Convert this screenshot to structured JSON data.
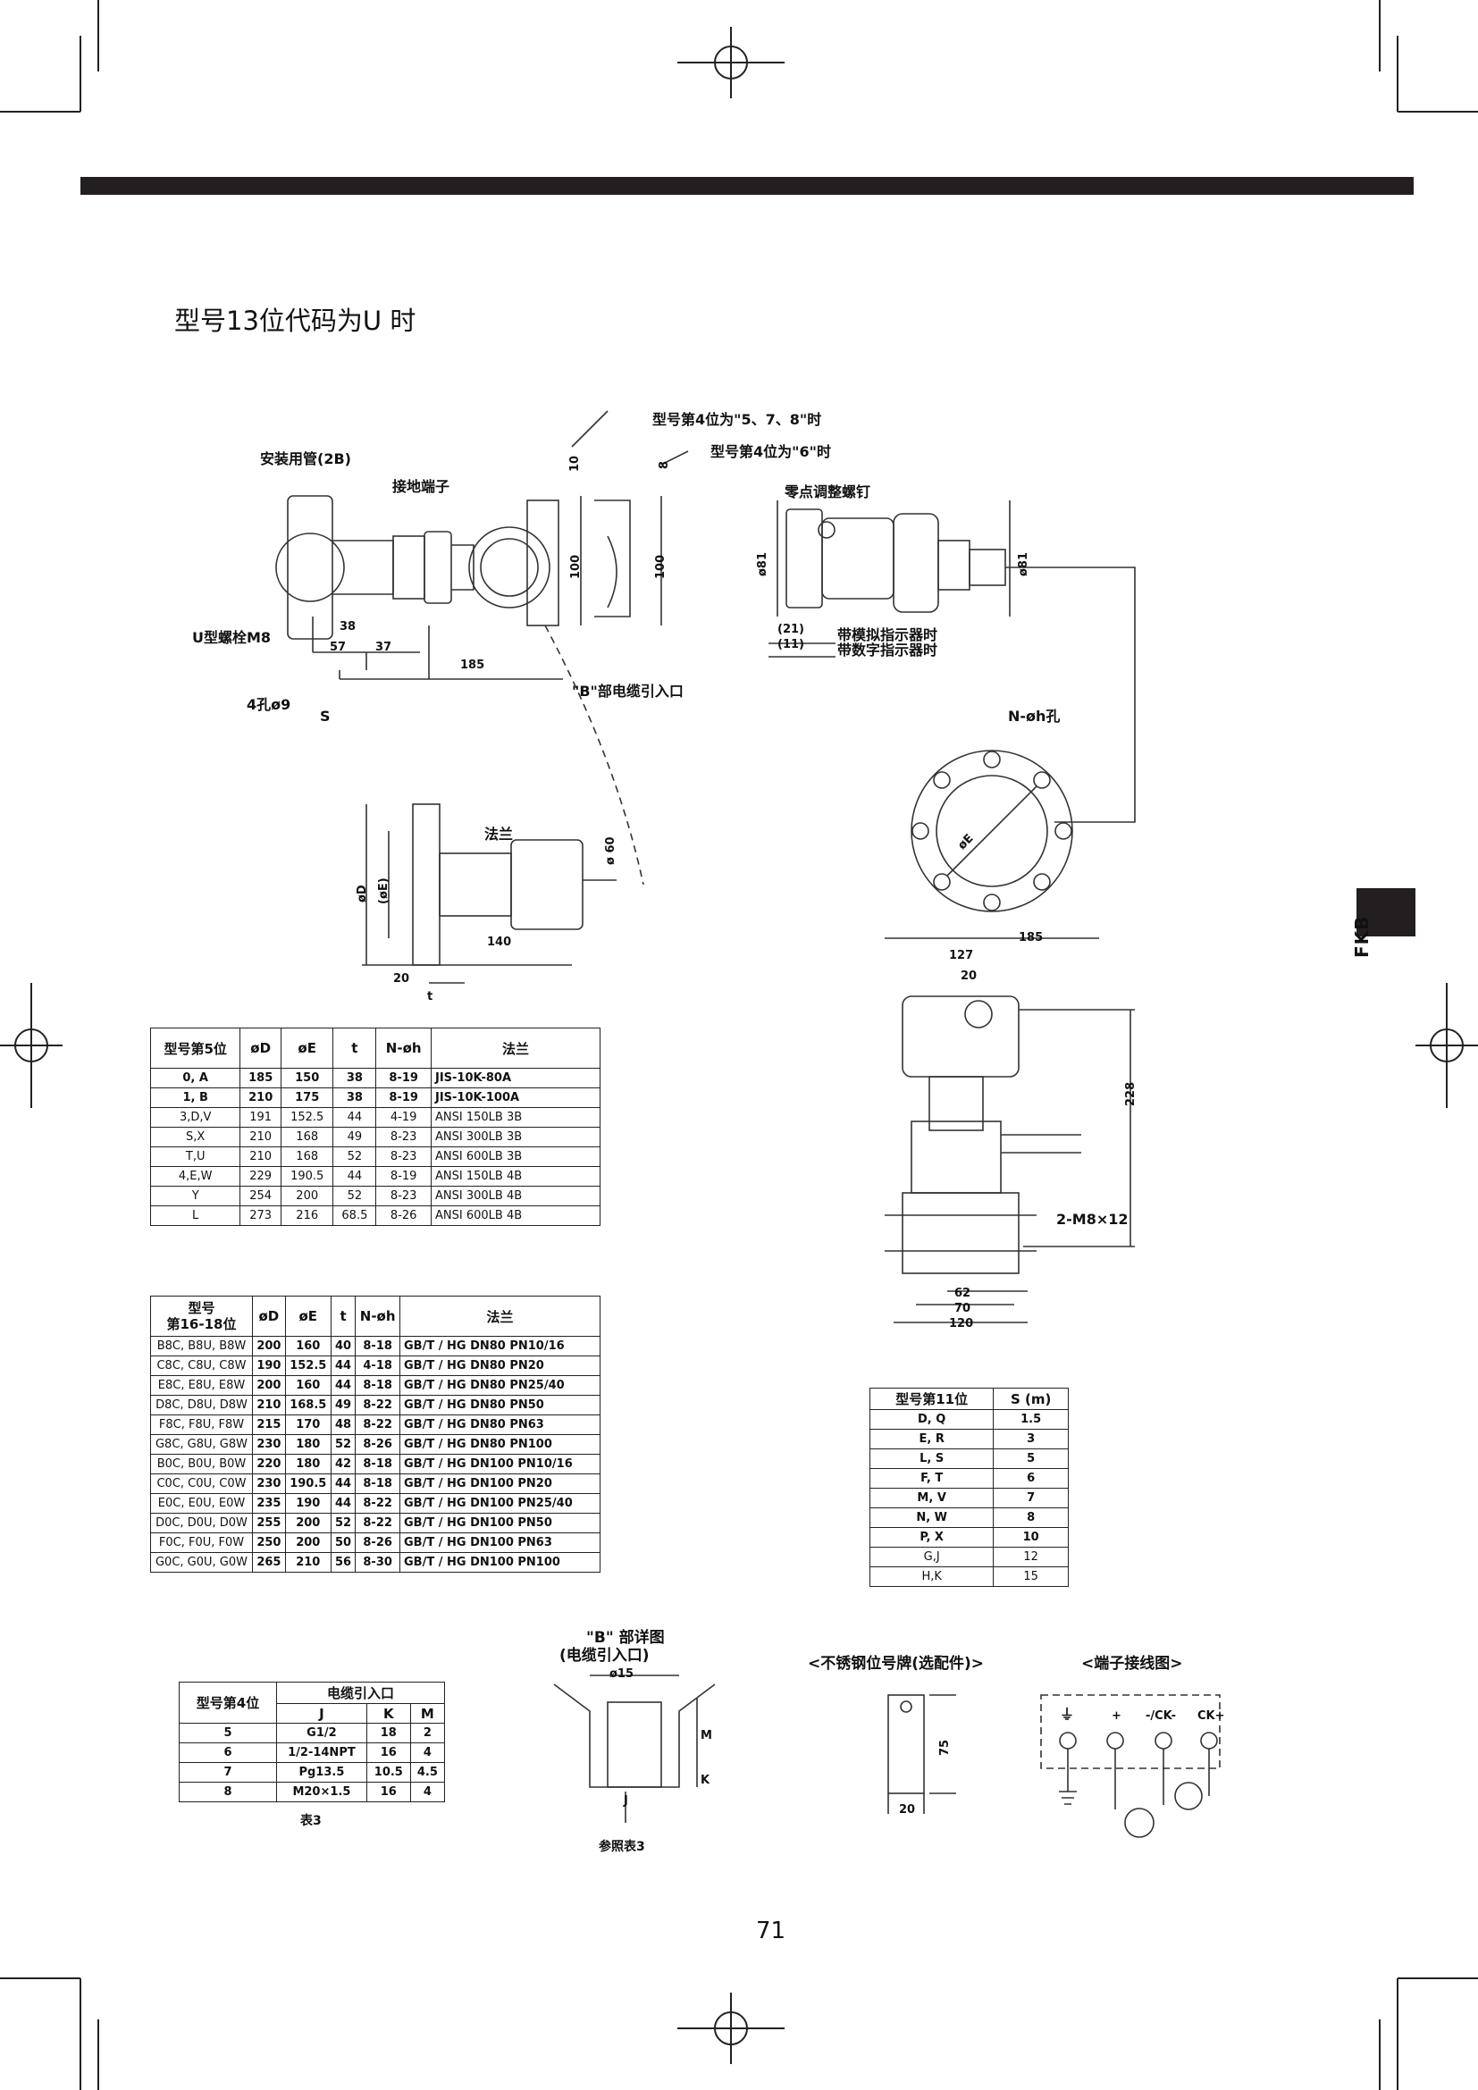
{
  "section_title": "型号13位代码为U 时",
  "side_tab": "FKB",
  "page_number": "71",
  "labels": {
    "pipe": "安装用管(2B)",
    "ground": "接地端子",
    "model4_578": "型号第4位为\"5、7、8\"时",
    "model4_6": "型号第4位为\"6\"时",
    "zero_screw": "零点调整螺钉",
    "u_bolt": "U型螺栓M8",
    "holes": "4孔ø9",
    "s": "S",
    "cable_b": "\"B\"部电缆引入口",
    "analog": "带模拟指示器时",
    "digital": "带数字指示器时",
    "n_holes": "N-øh孔",
    "flange": "法兰",
    "m8x12": "2-M8×12",
    "table3": "表3",
    "b_detail_1": "\"B\" 部详图",
    "b_detail_2": "(电缆引入口)",
    "ref_table3": "参照表3",
    "nameplate": "<不锈钢位号牌(选配件)>",
    "terminal": "<端子接线图>",
    "term_plus": "+",
    "term_ck_minus": "-/CK-",
    "term_ck_plus": "CK+"
  },
  "dims": {
    "d10": "10",
    "d8": "8",
    "d100a": "100",
    "d100b": "100",
    "d38": "38",
    "d57": "57",
    "d37": "37",
    "d185": "185",
    "phi81a": "ø81",
    "phi81b": "ø81",
    "d21": "(21)",
    "d11": "(11)",
    "phiD": "øD",
    "phiE": "(øE)",
    "phi60": "ø 60",
    "d140": "140",
    "d20": "20",
    "dt": "t",
    "dE": "øE",
    "s185": "185",
    "s127": "127",
    "s20": "20",
    "s228": "228",
    "s62": "62",
    "s70": "70",
    "s120": "120",
    "b15": "ø15",
    "bM": "M",
    "bK": "K",
    "bJ": "J",
    "n75": "75",
    "n20": "20"
  },
  "table1": {
    "headers": [
      "型号第5位",
      "øD",
      "øE",
      "t",
      "N-øh",
      "法兰"
    ],
    "rows": [
      [
        "0, A",
        "185",
        "150",
        "38",
        "8-19",
        "JIS-10K-80A"
      ],
      [
        "1, B",
        "210",
        "175",
        "38",
        "8-19",
        "JIS-10K-100A"
      ],
      [
        "3,D,V",
        "191",
        "152.5",
        "44",
        "4-19",
        "ANSI 150LB 3B"
      ],
      [
        "S,X",
        "210",
        "168",
        "49",
        "8-23",
        "ANSI 300LB 3B"
      ],
      [
        "T,U",
        "210",
        "168",
        "52",
        "8-23",
        "ANSI 600LB 3B"
      ],
      [
        "4,E,W",
        "229",
        "190.5",
        "44",
        "8-19",
        "ANSI 150LB 4B"
      ],
      [
        "Y",
        "254",
        "200",
        "52",
        "8-23",
        "ANSI 300LB 4B"
      ],
      [
        "L",
        "273",
        "216",
        "68.5",
        "8-26",
        "ANSI 600LB 4B"
      ]
    ]
  },
  "table2": {
    "headers": [
      "型号\n第16-18位",
      "øD",
      "øE",
      "t",
      "N-øh",
      "法兰"
    ],
    "rows": [
      [
        "B8C, B8U, B8W",
        "200",
        "160",
        "40",
        "8-18",
        "GB/T / HG DN80 PN10/16"
      ],
      [
        "C8C, C8U, C8W",
        "190",
        "152.5",
        "44",
        "4-18",
        "GB/T / HG DN80 PN20"
      ],
      [
        "E8C, E8U, E8W",
        "200",
        "160",
        "44",
        "8-18",
        "GB/T / HG DN80 PN25/40"
      ],
      [
        "D8C, D8U, D8W",
        "210",
        "168.5",
        "49",
        "8-22",
        "GB/T / HG DN80 PN50"
      ],
      [
        "F8C, F8U, F8W",
        "215",
        "170",
        "48",
        "8-22",
        "GB/T / HG DN80 PN63"
      ],
      [
        "G8C, G8U, G8W",
        "230",
        "180",
        "52",
        "8-26",
        "GB/T / HG DN80 PN100"
      ],
      [
        "B0C, B0U, B0W",
        "220",
        "180",
        "42",
        "8-18",
        "GB/T / HG DN100 PN10/16"
      ],
      [
        "C0C, C0U, C0W",
        "230",
        "190.5",
        "44",
        "8-18",
        "GB/T / HG DN100 PN20"
      ],
      [
        "E0C, E0U, E0W",
        "235",
        "190",
        "44",
        "8-22",
        "GB/T / HG DN100 PN25/40"
      ],
      [
        "D0C, D0U, D0W",
        "255",
        "200",
        "52",
        "8-22",
        "GB/T / HG DN100 PN50"
      ],
      [
        "F0C, F0U, F0W",
        "250",
        "200",
        "50",
        "8-26",
        "GB/T / HG DN100 PN63"
      ],
      [
        "G0C, G0U, G0W",
        "265",
        "210",
        "56",
        "8-30",
        "GB/T / HG DN100 PN100"
      ]
    ]
  },
  "table3": {
    "header_model": "型号第4位",
    "header_group": "电缆引入口",
    "headers": [
      "J",
      "K",
      "M"
    ],
    "rows": [
      [
        "5",
        "G1/2",
        "18",
        "2"
      ],
      [
        "6",
        "1/2-14NPT",
        "16",
        "4"
      ],
      [
        "7",
        "Pg13.5",
        "10.5",
        "4.5"
      ],
      [
        "8",
        "M20×1.5",
        "16",
        "4"
      ]
    ]
  },
  "table4": {
    "headers": [
      "型号第11位",
      "S (m)"
    ],
    "rows": [
      [
        "D, Q",
        "1.5"
      ],
      [
        "E, R",
        "3"
      ],
      [
        "L, S",
        "5"
      ],
      [
        "F, T",
        "6"
      ],
      [
        "M, V",
        "7"
      ],
      [
        "N, W",
        "8"
      ],
      [
        "P, X",
        "10"
      ],
      [
        "G,J",
        "12"
      ],
      [
        "H,K",
        "15"
      ]
    ]
  }
}
